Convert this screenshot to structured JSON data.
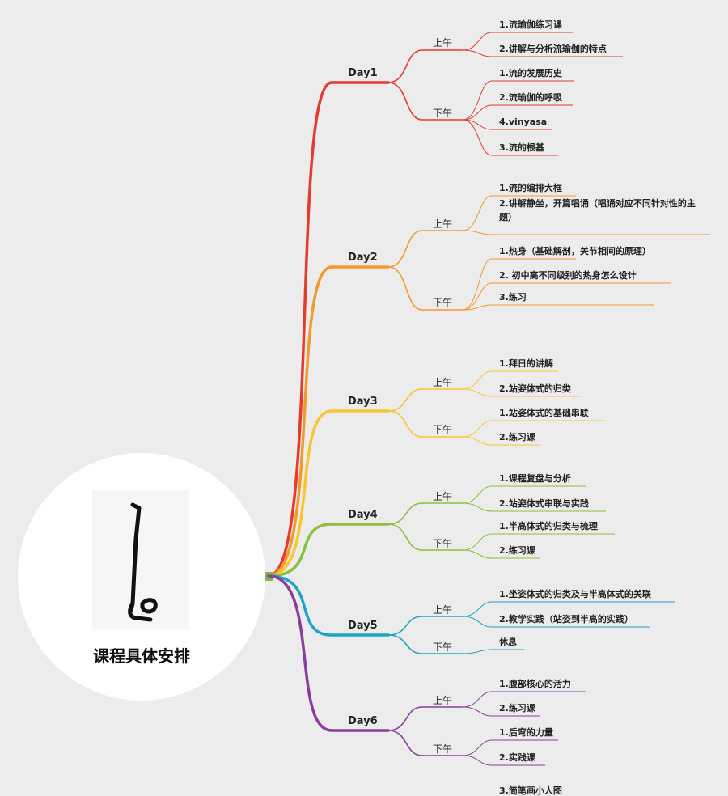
{
  "root": {
    "title": "课程具体安排"
  },
  "colors": {
    "day1": "#e53a2e",
    "day2": "#f39a2c",
    "day3": "#f7c631",
    "day4": "#8cbf3f",
    "day5": "#1fa3c6",
    "day6": "#8a3d9c",
    "background": "#ececec"
  },
  "days": [
    {
      "label": "Day1",
      "periods": [
        {
          "label": "上午",
          "items": [
            "1.流瑜伽练习课",
            "2.讲解与分析流瑜伽的特点"
          ]
        },
        {
          "label": "下午",
          "items": [
            "1.流的发展历史",
            "2.流瑜伽的呼吸",
            "4.vinyasa",
            "3.流的根基"
          ]
        }
      ]
    },
    {
      "label": "Day2",
      "periods": [
        {
          "label": "上午",
          "items": [
            "1.流的编排大框",
            "2.讲解静坐，开篇唱诵（唱诵对应不同针对性的主题）",
            "3.简笔画小人图"
          ]
        },
        {
          "label": "下午",
          "items": [
            "1.热身（基础解剖，关节相间的原理）",
            "2. 初中高不同级别的热身怎么设计",
            "3.练习"
          ]
        }
      ]
    },
    {
      "label": "Day3",
      "periods": [
        {
          "label": "上午",
          "items": [
            "1.拜日的讲解",
            "2.站姿体式的归类"
          ]
        },
        {
          "label": "下午",
          "items": [
            "1.站姿体式的基础串联",
            "2.练习课"
          ]
        }
      ]
    },
    {
      "label": "Day4",
      "periods": [
        {
          "label": "上午",
          "items": [
            "1.课程复盘与分析",
            "2.站姿体式串联与实践"
          ]
        },
        {
          "label": "下午",
          "items": [
            "1.半高体式的归类与梳理",
            "2.练习课"
          ]
        }
      ]
    },
    {
      "label": "Day5",
      "periods": [
        {
          "label": "上午",
          "items": [
            "1.坐姿体式的归类及与半高体式的关联",
            "2.教学实践（站姿到半高的实践）"
          ]
        },
        {
          "label": "下午",
          "items": [
            "休息"
          ]
        }
      ]
    },
    {
      "label": "Day6",
      "periods": [
        {
          "label": "上午",
          "items": [
            "1.腹部核心的活力",
            "2.练习课"
          ]
        },
        {
          "label": "下午",
          "items": [
            "1.后弯的力量",
            "2.实践课"
          ]
        }
      ]
    }
  ]
}
